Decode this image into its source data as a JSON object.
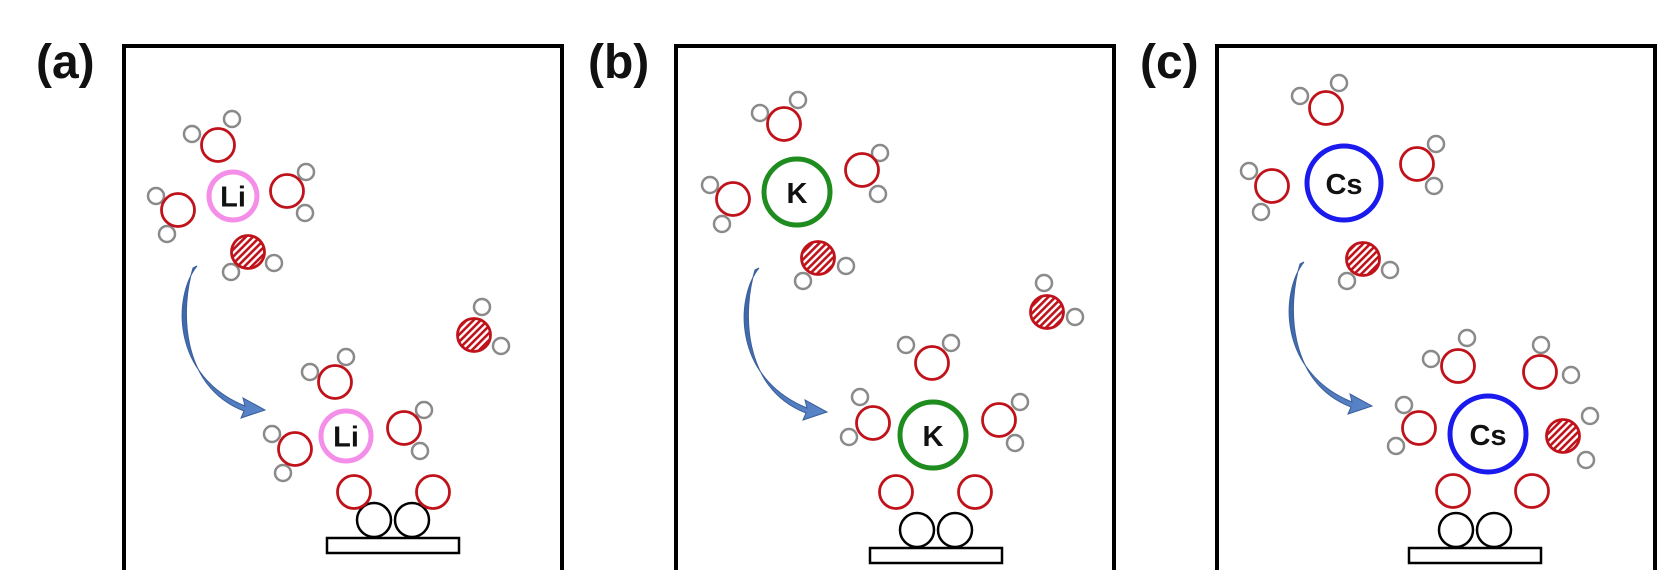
{
  "figure": {
    "panels": [
      {
        "label": "(a)",
        "ion": "Li",
        "ion_color": "#f58ee8"
      },
      {
        "label": "(b)",
        "ion": "K",
        "ion_color": "#1e8c1e"
      },
      {
        "label": "(c)",
        "ion": "Cs",
        "ion_color": "#1a1aef"
      }
    ],
    "colors": {
      "frame": "#000000",
      "oxygen": "#c0121a",
      "hydrogen": "#8a8a8a",
      "surface_atom": "#000000",
      "arrow": "#4a72b6"
    }
  }
}
